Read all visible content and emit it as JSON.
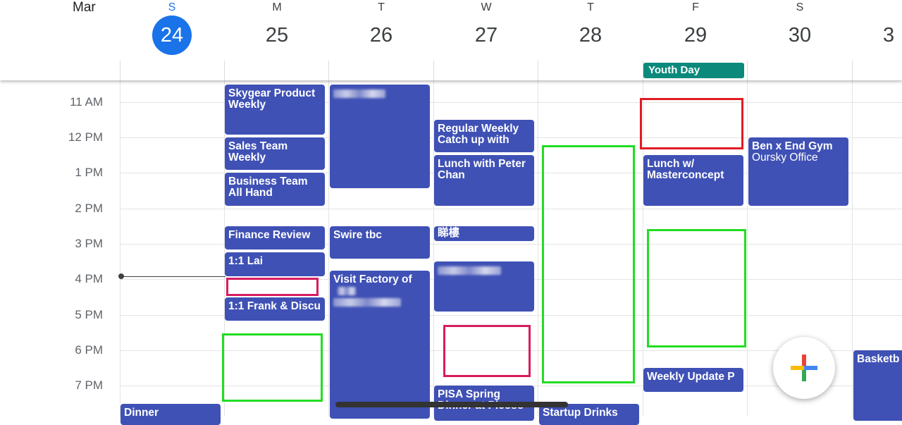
{
  "header": {
    "month": "Mar",
    "days": [
      {
        "dow": "S",
        "num": "24",
        "today": true
      },
      {
        "dow": "M",
        "num": "25"
      },
      {
        "dow": "T",
        "num": "26"
      },
      {
        "dow": "W",
        "num": "27"
      },
      {
        "dow": "T",
        "num": "28"
      },
      {
        "dow": "F",
        "num": "29"
      },
      {
        "dow": "S",
        "num": "30"
      },
      {
        "dow": "",
        "num": "3"
      }
    ],
    "all_day_event": "Youth Day"
  },
  "time_labels": [
    "11 AM",
    "12 PM",
    "1 PM",
    "2 PM",
    "3 PM",
    "4 PM",
    "5 PM",
    "6 PM",
    "7 PM"
  ],
  "events": {
    "skygear": "Skygear Product Weekly",
    "sales": "Sales Team Weekly",
    "business": "Business Team All Hand",
    "finance": "Finance Review",
    "lai": "1:1 Lai",
    "frank": "1:1 Frank & Discu",
    "swire": "Swire tbc",
    "visit_factory": "Visit Factory of",
    "regular_weekly": "Regular Weekly Catch up with",
    "lunch_peter": "Lunch with Peter Chan",
    "tai_lau": "睇樓",
    "pisa": "PISA Spring",
    "dinner_at": "Dinner at Picoso",
    "startup": "Startup Drinks",
    "lunch_master": "Lunch w/ Masterconcept",
    "weekly_update": "Weekly Update P",
    "ben": "Ben x End Gym",
    "ben_location": "Oursky Office",
    "dinner": "Dinner",
    "basketball": "Basketb"
  },
  "colors": {
    "event": "#3f51b5",
    "today": "#1a73e8",
    "all_day": "#0b8a7c",
    "annotation_green": "#22dd22",
    "annotation_red": "#e01b24",
    "annotation_pink": "#d81b60"
  },
  "fab_icon": "plus-multicolor-icon"
}
